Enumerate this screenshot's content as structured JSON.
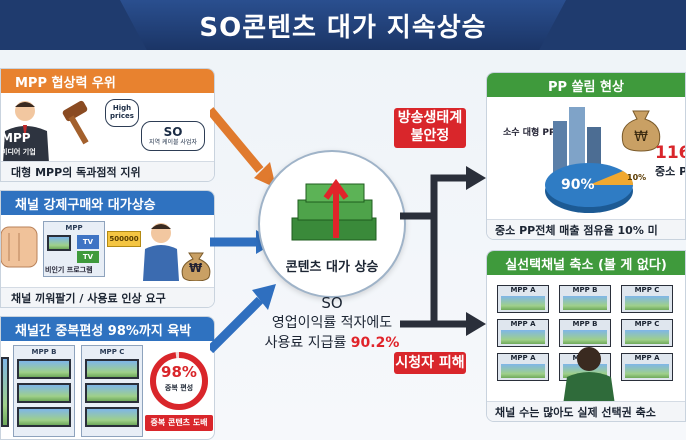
{
  "title": "SO콘텐츠 대가 지속상승",
  "left_panels": [
    {
      "title": "MPP 협상력 우위",
      "caption": "대형 MPP의 독과점적 지위",
      "mpp_label": "MPP",
      "mpp_sub": "미디어 기업",
      "bubble": "High prices",
      "so_label": "SO",
      "so_sub": "지역 케이블 사업자"
    },
    {
      "title": "채널 강제구매와 대가상승",
      "caption": "채널 끼워팔기 / 사용료 인상 요구",
      "mpp_label": "MPP",
      "tv_label": "TV",
      "bundle_label": "비인기 프로그램",
      "ticket": "500000",
      "currency": "₩"
    },
    {
      "title": "채널간 중복편성 98%까지 육박",
      "caption": "중복 콘텐츠 도배",
      "mpp_b": "MPP B",
      "mpp_c": "MPP C",
      "overlap_value": "98%",
      "overlap_label": "중복 편성"
    }
  ],
  "center": {
    "card_label": "콘텐츠 대가 상승",
    "line1": "SO",
    "line2": "영업이익률 적자에도",
    "line3_prefix": "사용료 지급률 ",
    "line3_value": "90.2%"
  },
  "red_labels": {
    "top": "방송생태계 불안정",
    "bottom": "시청자 피해"
  },
  "right_panels": [
    {
      "title": "PP 쏠림 현상",
      "tag": "소수 대형 PP",
      "pie_big": "90%",
      "pie_small": "10%",
      "side_number": "116",
      "side_label": "중소 P",
      "caption": "중소 PP전체 매출 점유율 10% 미"
    },
    {
      "title": "실선택채널 축소 (볼 게 없다)",
      "caption": "채널 수는 많아도 실제 선택권 축소",
      "screens": [
        "MPP A",
        "MPP B",
        "MPP C",
        "MPP A",
        "MPP B",
        "MPP C",
        "MPP A",
        "MPP B",
        "MPP A"
      ]
    }
  ],
  "chart_data": {
    "type": "pie",
    "categories": [
      "소수 대형 PP",
      "중소 PP"
    ],
    "values": [
      90,
      10
    ]
  },
  "colors": {
    "header": "#1f3b6e",
    "panel1": "#e8822f",
    "panel2": "#2f72c0",
    "panel3": "#2f72c0",
    "green": "#3f9a3c",
    "red": "#d9262b",
    "accent_red": "#e0242a",
    "arrow_orange": "#e07a2e",
    "arrow_blue": "#2f6fbf"
  }
}
